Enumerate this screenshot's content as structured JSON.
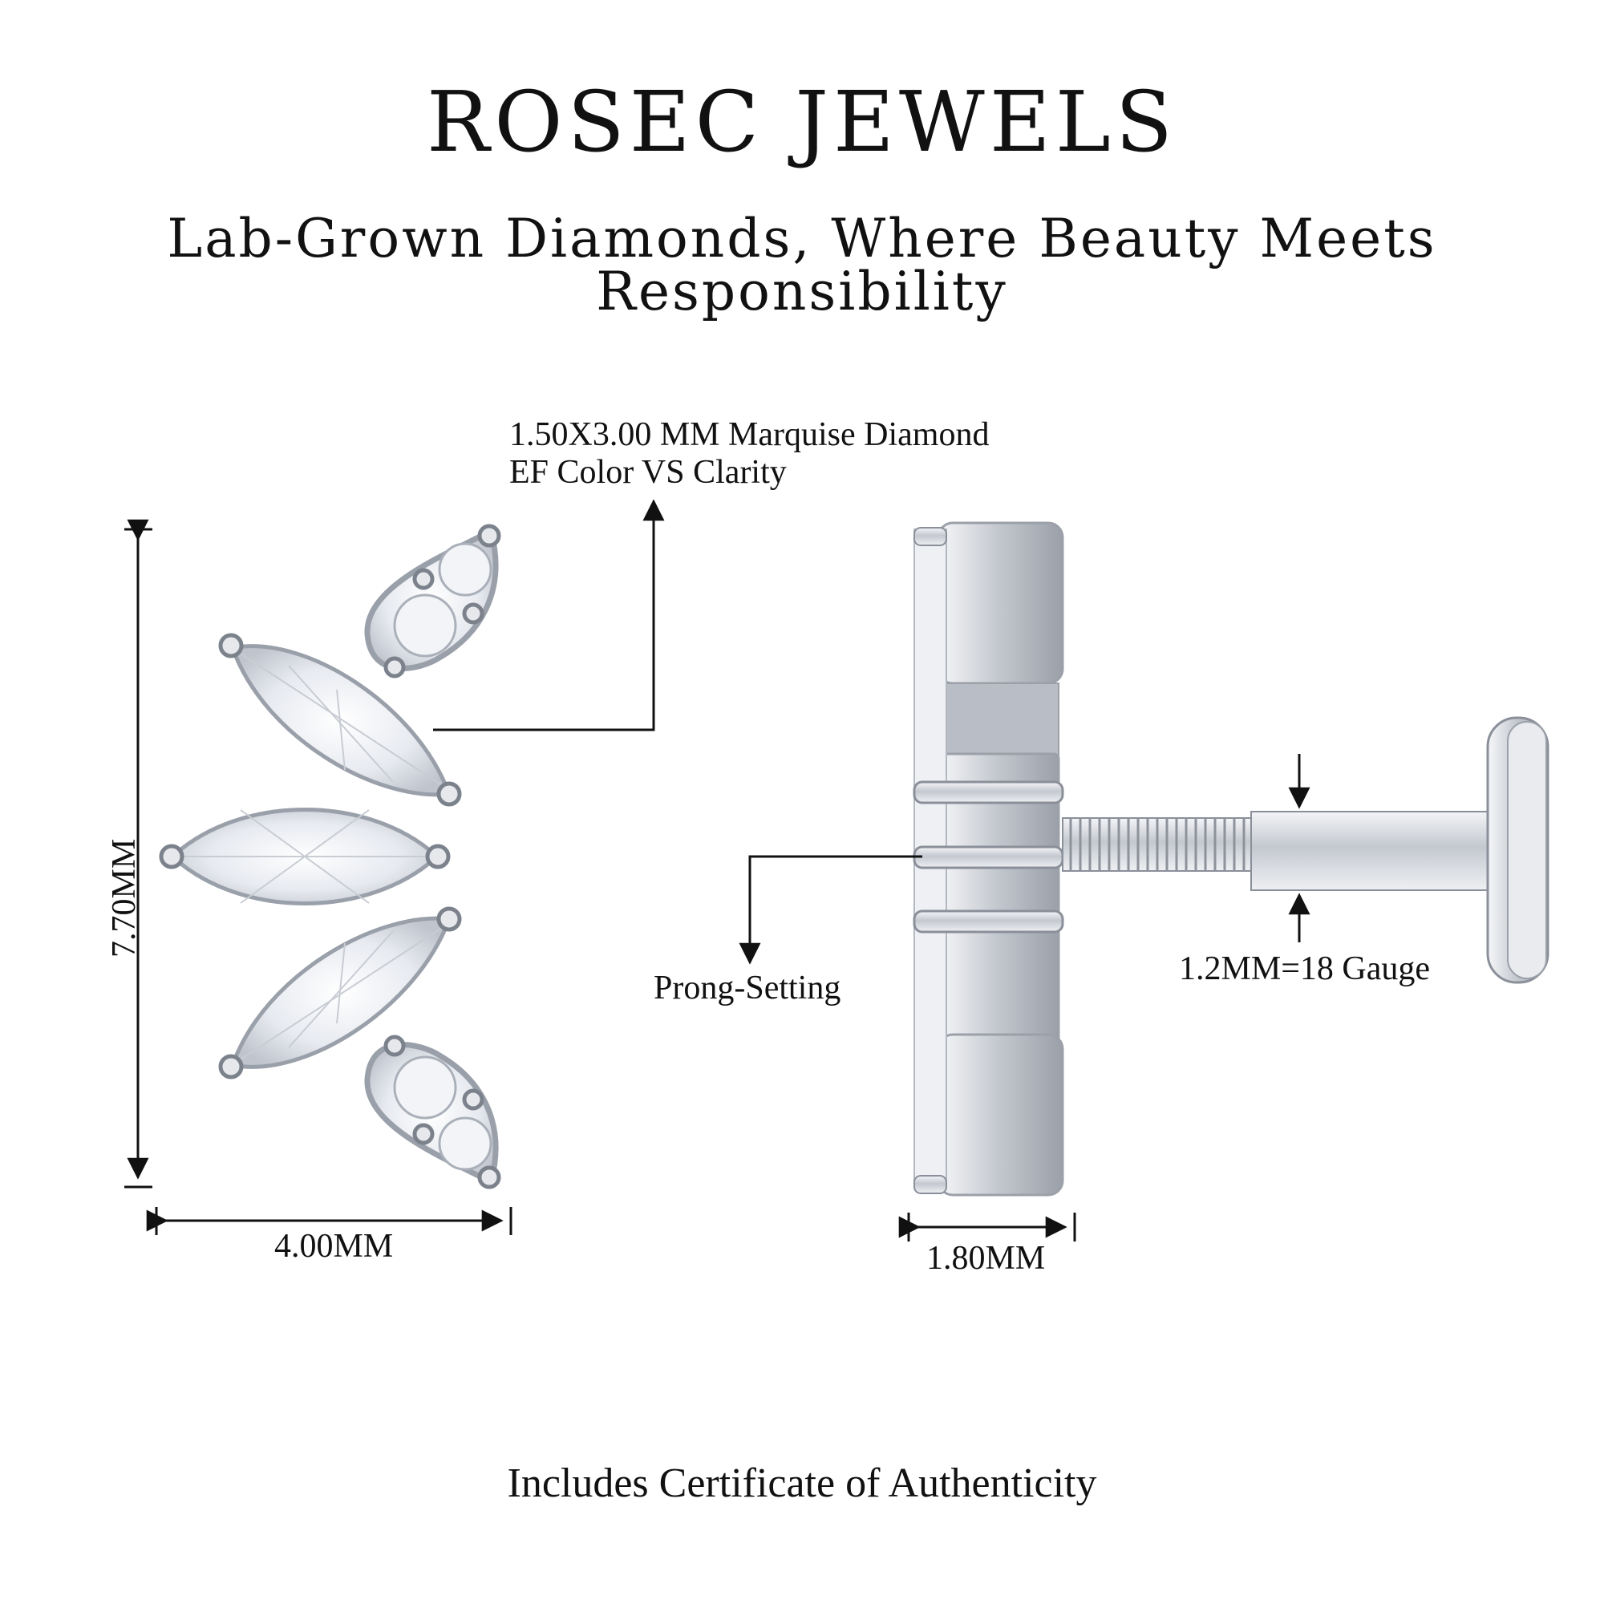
{
  "header": {
    "brand": "ROSEC JEWELS",
    "tagline": "Lab-Grown Diamonds, Where Beauty Meets Responsibility"
  },
  "front_view": {
    "stone_spec_line1": "1.50X3.00 MM Marquise Diamond",
    "stone_spec_line2": "EF Color VS Clarity",
    "height_label": "7.70MM",
    "width_label": "4.00MM"
  },
  "side_view": {
    "setting_label": "Prong-Setting",
    "gauge_label": "1.2MM=18 Gauge",
    "depth_label": "1.80MM"
  },
  "footer": {
    "certificate": "Includes Certificate of Authenticity"
  },
  "colors": {
    "metal": "#c9ccd3",
    "metal_dark": "#8a8f99",
    "diamond": "#e9ecf2",
    "line": "#111111"
  }
}
